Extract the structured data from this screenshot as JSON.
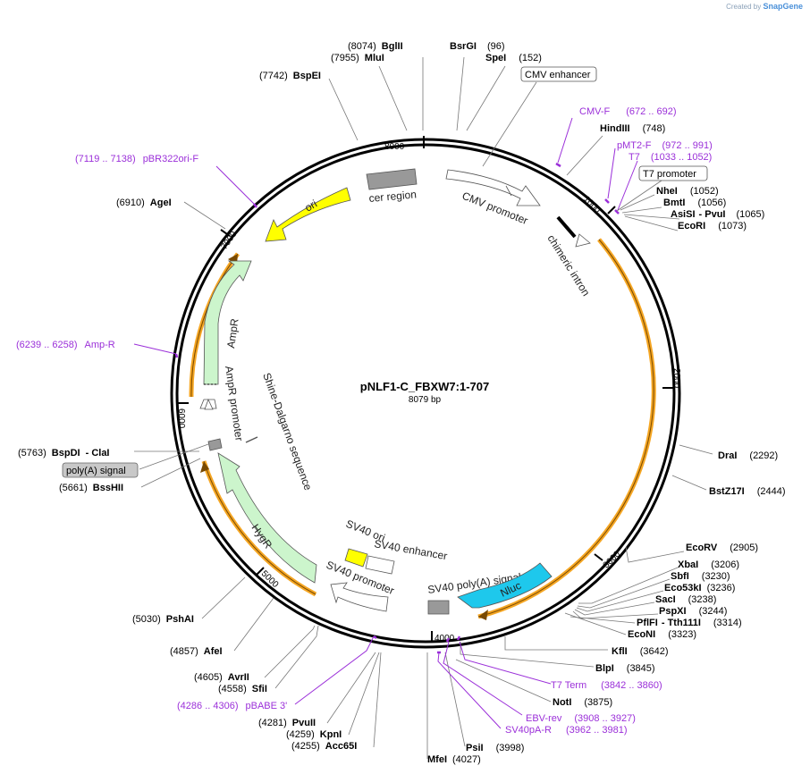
{
  "branding": {
    "created_by": "Created by",
    "product": "SnapGene"
  },
  "plasmid": {
    "name": "pNLF1-C_FBXW7:1-707",
    "length_label": "8079 bp",
    "length": 8079
  },
  "ticks": [
    {
      "pos": 1000,
      "label": "1000"
    },
    {
      "pos": 2000,
      "label": "2000"
    },
    {
      "pos": 3000,
      "label": "3000"
    },
    {
      "pos": 4000,
      "label": "4000"
    },
    {
      "pos": 5000,
      "label": "5000"
    },
    {
      "pos": 6000,
      "label": "6000"
    },
    {
      "pos": 7000,
      "label": "7000"
    },
    {
      "pos": 8000,
      "label": "8000"
    }
  ],
  "sites": [
    {
      "name": "BglII",
      "pos": "(8074)"
    },
    {
      "name": "MluI",
      "pos": "(7955)"
    },
    {
      "name": "BspEI",
      "pos": "(7742)"
    },
    {
      "name": "BsrGI",
      "pos": "(96)"
    },
    {
      "name": "SpeI",
      "pos": "(152)"
    },
    {
      "name": "HindIII",
      "pos": "(748)"
    },
    {
      "name": "NheI",
      "pos": "(1052)"
    },
    {
      "name": "BmtI",
      "pos": "(1056)"
    },
    {
      "name": "AsiSI",
      "pos": ""
    },
    {
      "name": "PvuI",
      "pos": "(1065)"
    },
    {
      "name": "EcoRI",
      "pos": "(1073)"
    },
    {
      "name": "DraI",
      "pos": "(2292)"
    },
    {
      "name": "BstZ17I",
      "pos": "(2444)"
    },
    {
      "name": "EcoRV",
      "pos": "(2905)"
    },
    {
      "name": "XbaI",
      "pos": "(3206)"
    },
    {
      "name": "SbfI",
      "pos": "(3230)"
    },
    {
      "name": "Eco53kI",
      "pos": "(3236)"
    },
    {
      "name": "SacI",
      "pos": "(3238)"
    },
    {
      "name": "PspXI",
      "pos": "(3244)"
    },
    {
      "name": "PflFI",
      "pos": ""
    },
    {
      "name": "Tth111I",
      "pos": "(3314)"
    },
    {
      "name": "EcoNI",
      "pos": "(3323)"
    },
    {
      "name": "KflI",
      "pos": "(3642)"
    },
    {
      "name": "BlpI",
      "pos": "(3845)"
    },
    {
      "name": "NotI",
      "pos": "(3875)"
    },
    {
      "name": "PsiI",
      "pos": "(3998)"
    },
    {
      "name": "MfeI",
      "pos": "(4027)"
    },
    {
      "name": "Acc65I",
      "pos": "(4255)"
    },
    {
      "name": "KpnI",
      "pos": "(4259)"
    },
    {
      "name": "PvuII",
      "pos": "(4281)"
    },
    {
      "name": "SfiI",
      "pos": "(4558)"
    },
    {
      "name": "AvrII",
      "pos": "(4605)"
    },
    {
      "name": "AfeI",
      "pos": "(4857)"
    },
    {
      "name": "PshAI",
      "pos": "(5030)"
    },
    {
      "name": "BssHII",
      "pos": "(5661)"
    },
    {
      "name": "BspDI",
      "pos": "(5763)"
    },
    {
      "name": "ClaI",
      "pos": ""
    },
    {
      "name": "AgeI",
      "pos": "(6910)"
    }
  ],
  "primers": [
    {
      "name": "CMV-F",
      "range": "(672 .. 692)"
    },
    {
      "name": "pMT2-F",
      "range": "(972 .. 991)"
    },
    {
      "name": "T7",
      "range": "(1033 .. 1052)"
    },
    {
      "name": "T7 Term",
      "range": "(3842 .. 3860)"
    },
    {
      "name": "EBV-rev",
      "range": "(3908 .. 3927)"
    },
    {
      "name": "SV40pA-R",
      "range": "(3962 .. 3981)"
    },
    {
      "name": "pBABE 3'",
      "range": "(4286 .. 4306)"
    },
    {
      "name": "Amp-R",
      "range": "(6239 .. 6258)"
    },
    {
      "name": "pBR322ori-F",
      "range": "(7119 .. 7138)"
    }
  ],
  "boxed_labels": {
    "cmv_enhancer": "CMV enhancer",
    "t7_promoter": "T7 promoter",
    "polya_signal": "poly(A) signal"
  },
  "features": {
    "cer_region": "cer region",
    "ori": "ori",
    "cmv_promoter": "CMV promoter",
    "chimeric_intron": "chimeric intron",
    "ampr": "AmpR",
    "ampr_promoter": "AmpR promoter",
    "shine_dalgarno": "Shine-Dalgarno sequence",
    "sv40_ori": "SV40 ori",
    "sv40_enhancer": "SV40 enhancer",
    "sv40_promoter": "SV40 promoter",
    "sv40_polya": "SV40 poly(A) signal",
    "nluc": "Nluc",
    "hygr": "HygR"
  },
  "colors": {
    "ori": "#ffff00",
    "ampr": "#ccf5cc",
    "hygr": "#ccf5cc",
    "nluc": "#1ec8ec",
    "orf": "#f5a623",
    "primer": "#9b30d9",
    "gray_feature": "#999999"
  }
}
